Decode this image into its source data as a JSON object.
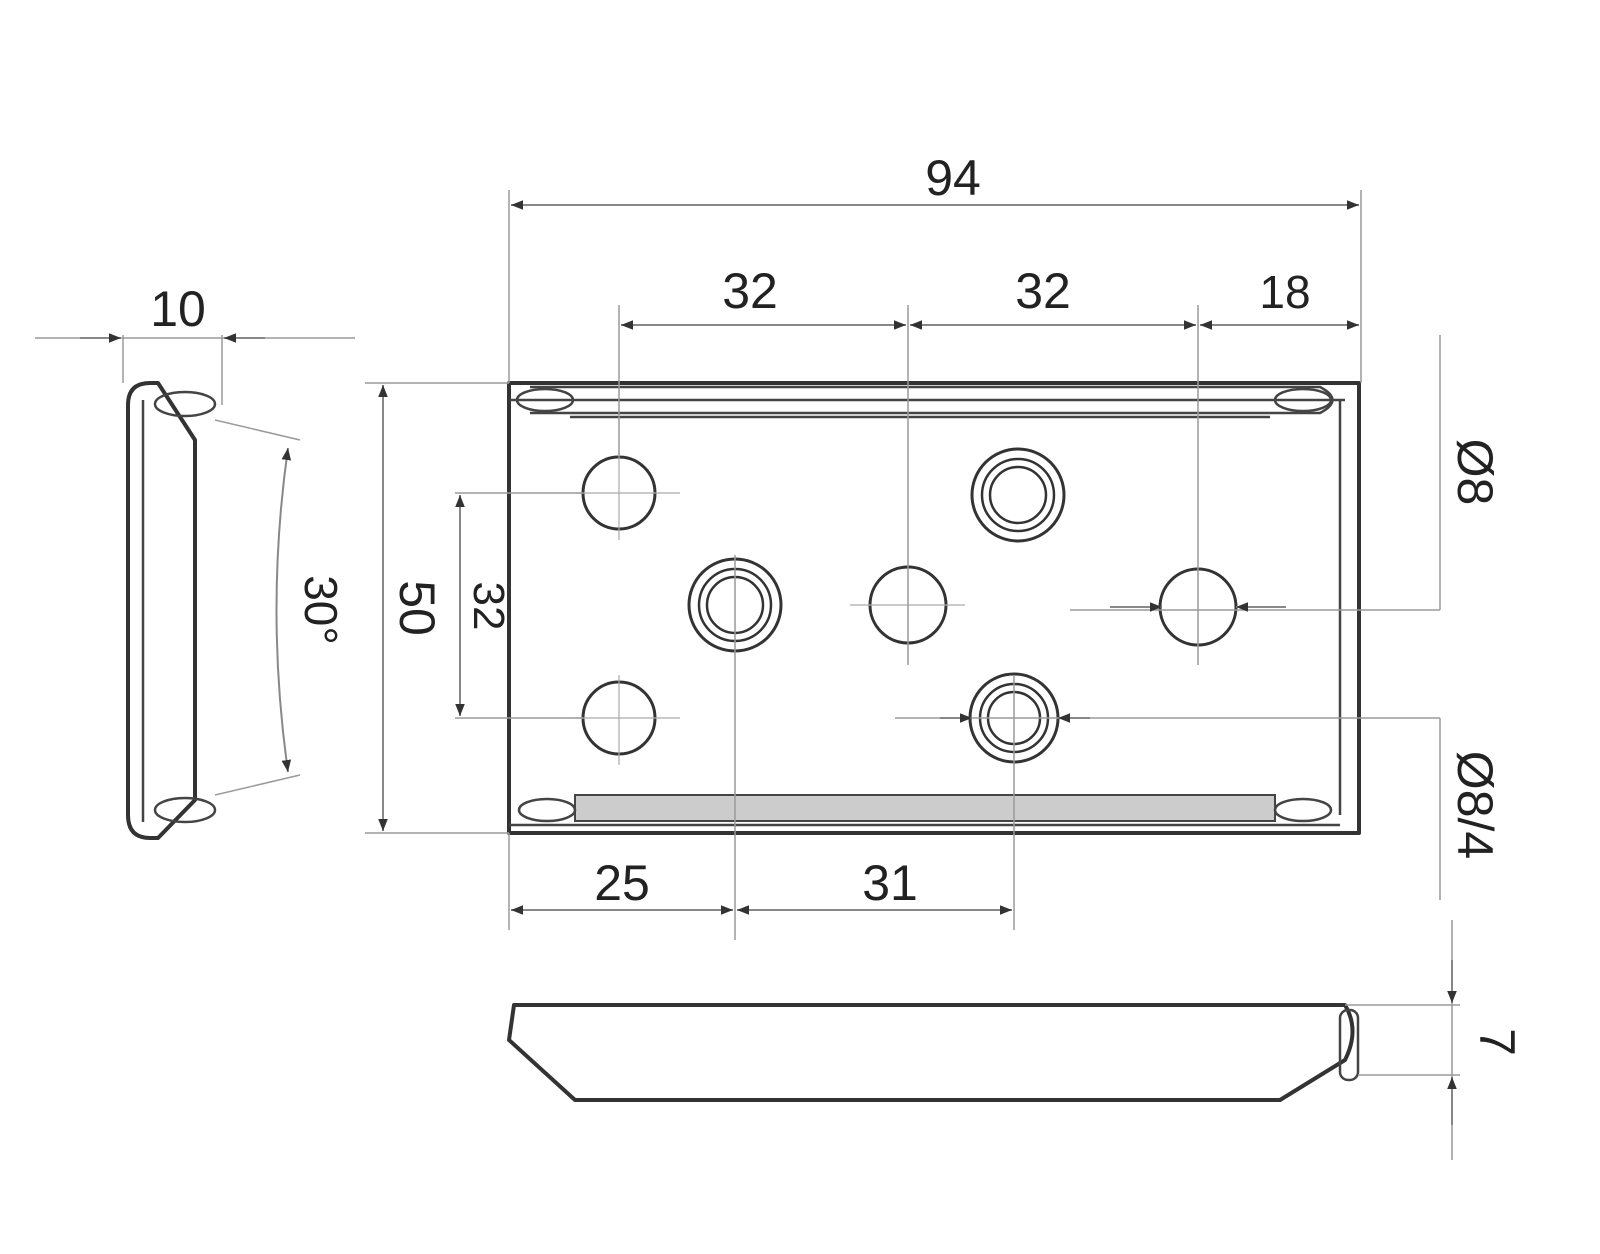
{
  "dimensions": {
    "overall_width": "94",
    "spacing_a": "32",
    "spacing_b": "32",
    "edge_offset": "18",
    "side_width": "10",
    "side_angle": "30°",
    "overall_height": "50",
    "hole_pitch_vertical": "32",
    "bottom_left": "25",
    "bottom_span": "31",
    "hole_diameter": "Ø8",
    "countersink_diameter": "Ø8/4",
    "thickness": "7"
  },
  "colors": {
    "line": "#333333",
    "dimension": "#888888",
    "slot_fill": "#cccccc"
  }
}
